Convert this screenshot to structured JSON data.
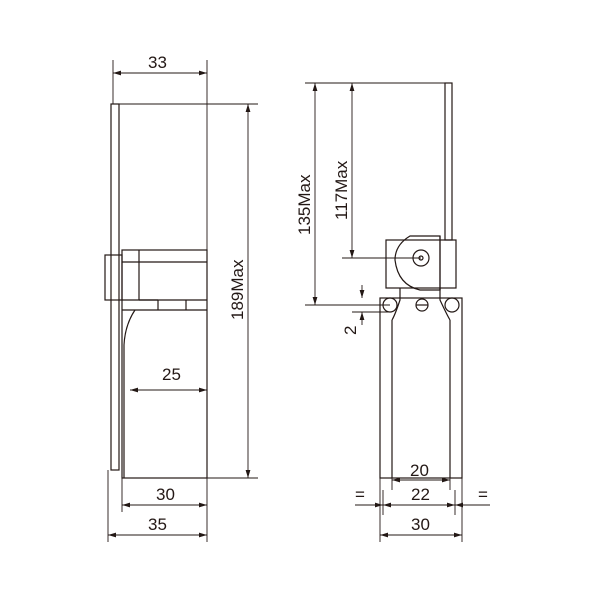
{
  "side_view": {
    "dims": {
      "width_top": "33",
      "height_max": "189Max",
      "inner": "25",
      "base_30": "30",
      "base_35": "35"
    }
  },
  "front_view": {
    "dims": {
      "h135": "135Max",
      "h117": "117Max",
      "gap": "2",
      "w20": "20",
      "w22": "22",
      "w30": "30",
      "eq_left": "=",
      "eq_right": "="
    }
  },
  "colors": {
    "line": "#231815",
    "background": "#ffffff"
  }
}
